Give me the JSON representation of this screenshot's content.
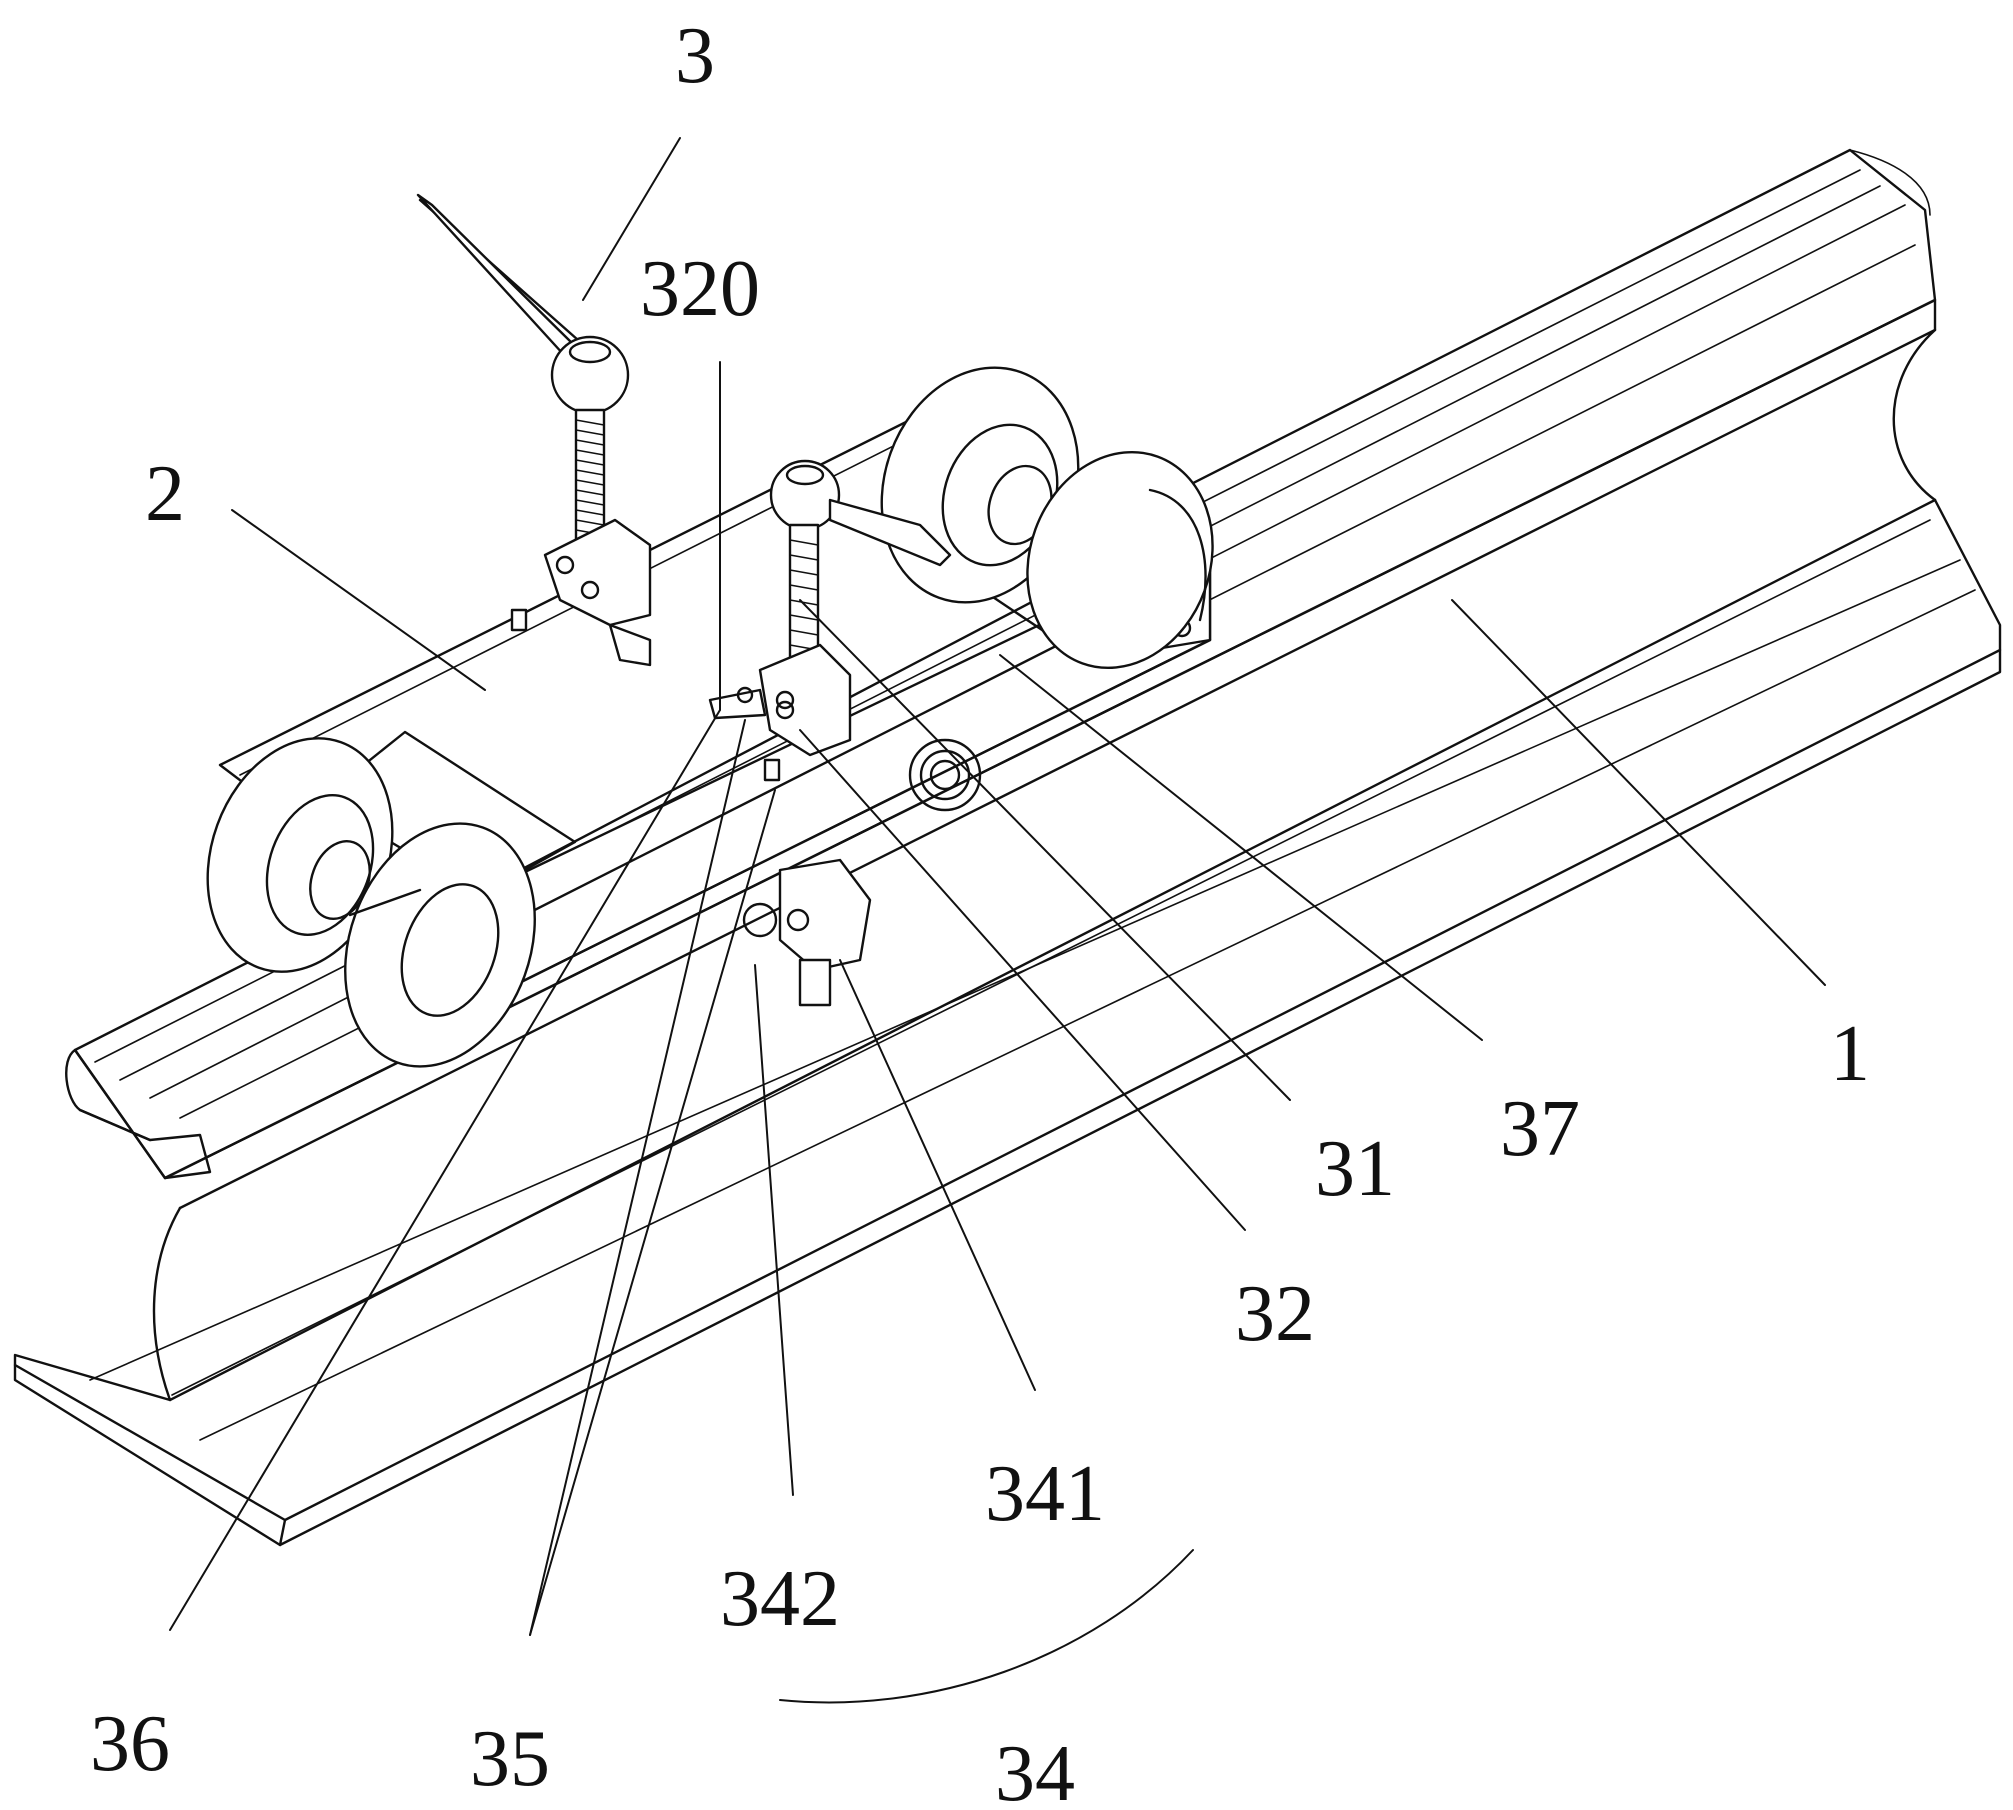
{
  "labels": {
    "l3": "3",
    "l320": "320",
    "l2": "2",
    "l1": "1",
    "l37": "37",
    "l31": "31",
    "l32": "32",
    "l341": "341",
    "l342": "342",
    "l36": "36",
    "l35": "35",
    "l34": "34"
  }
}
